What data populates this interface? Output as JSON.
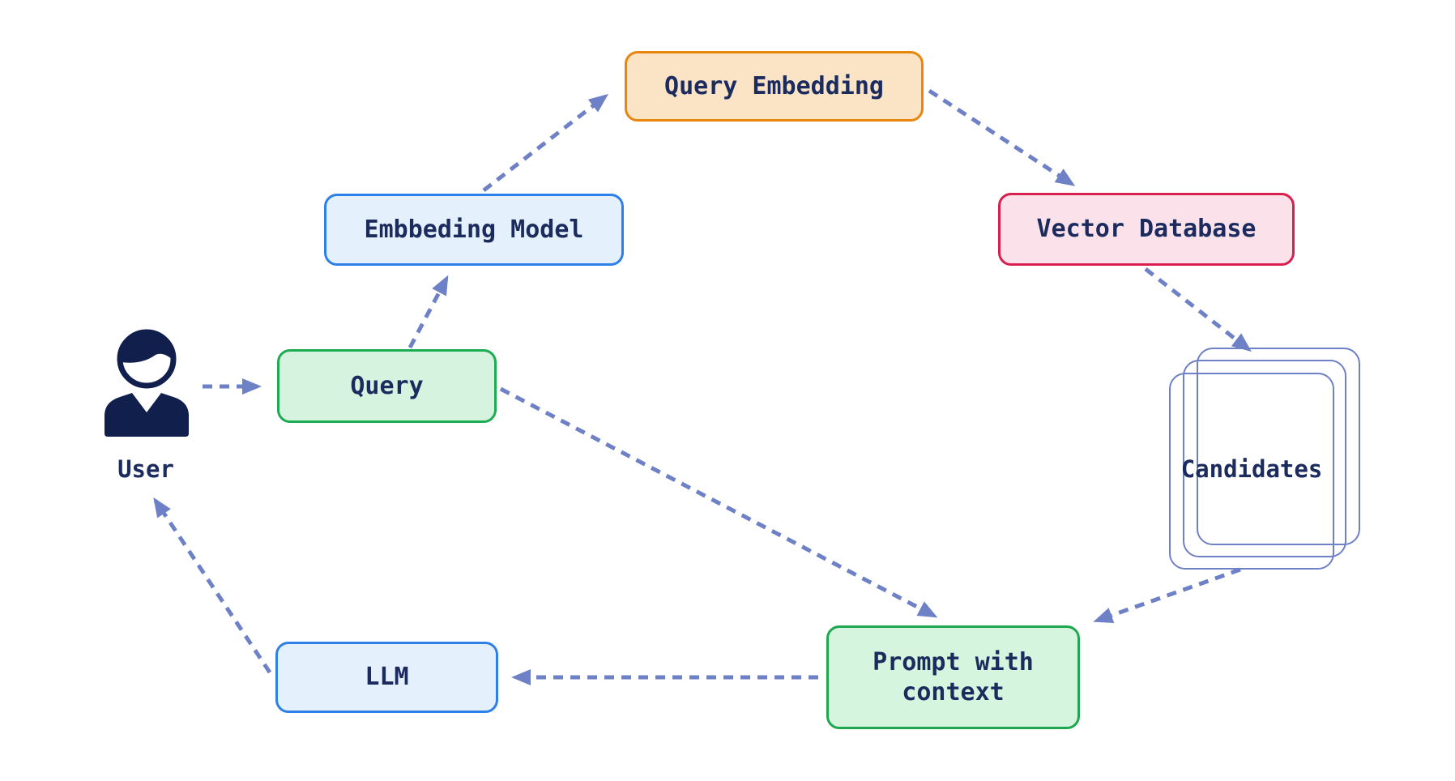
{
  "diagram": {
    "title": "RAG pipeline diagram",
    "background_color": "#ffffff",
    "arrow_color": "#6E80C6",
    "text_color": "#1B2B5E",
    "user_icon_color": "#101F4B",
    "nodes": {
      "user": {
        "label": "User",
        "type": "actor",
        "icon": "person-icon"
      },
      "query": {
        "label": "Query",
        "fill": "#D6F3DF",
        "border": "#1CAC52"
      },
      "embbeding_model": {
        "label": "Embbeding Model",
        "fill": "#E4F0FB",
        "border": "#2D7FE9"
      },
      "query_embedding": {
        "label": "Query Embedding",
        "fill": "#FBE4C6",
        "border": "#E8860D"
      },
      "vector_database": {
        "label": "Vector Database",
        "fill": "#FBE2EA",
        "border": "#D81F4D"
      },
      "candidates": {
        "label": "Candidates",
        "border": "#6E80C6",
        "type": "stacked-cards",
        "card_count": 3
      },
      "prompt": {
        "label": "Prompt with context",
        "fill": "#D6F5DF",
        "border": "#1FA750"
      },
      "llm": {
        "label": "LLM",
        "fill": "#E4F0FB",
        "border": "#2D7FE9"
      }
    },
    "edges": [
      {
        "from": "user",
        "to": "query",
        "style": "dashed-arrow"
      },
      {
        "from": "query",
        "to": "embbeding_model",
        "style": "dashed-arrow"
      },
      {
        "from": "embbeding_model",
        "to": "query_embedding",
        "style": "dashed-arrow"
      },
      {
        "from": "query_embedding",
        "to": "vector_database",
        "style": "dashed-arrow"
      },
      {
        "from": "vector_database",
        "to": "candidates",
        "style": "dashed-arrow"
      },
      {
        "from": "candidates",
        "to": "prompt",
        "style": "dashed-arrow"
      },
      {
        "from": "query",
        "to": "prompt",
        "style": "dashed-arrow"
      },
      {
        "from": "prompt",
        "to": "llm",
        "style": "dashed-arrow"
      },
      {
        "from": "llm",
        "to": "user",
        "style": "dashed-arrow"
      }
    ]
  }
}
